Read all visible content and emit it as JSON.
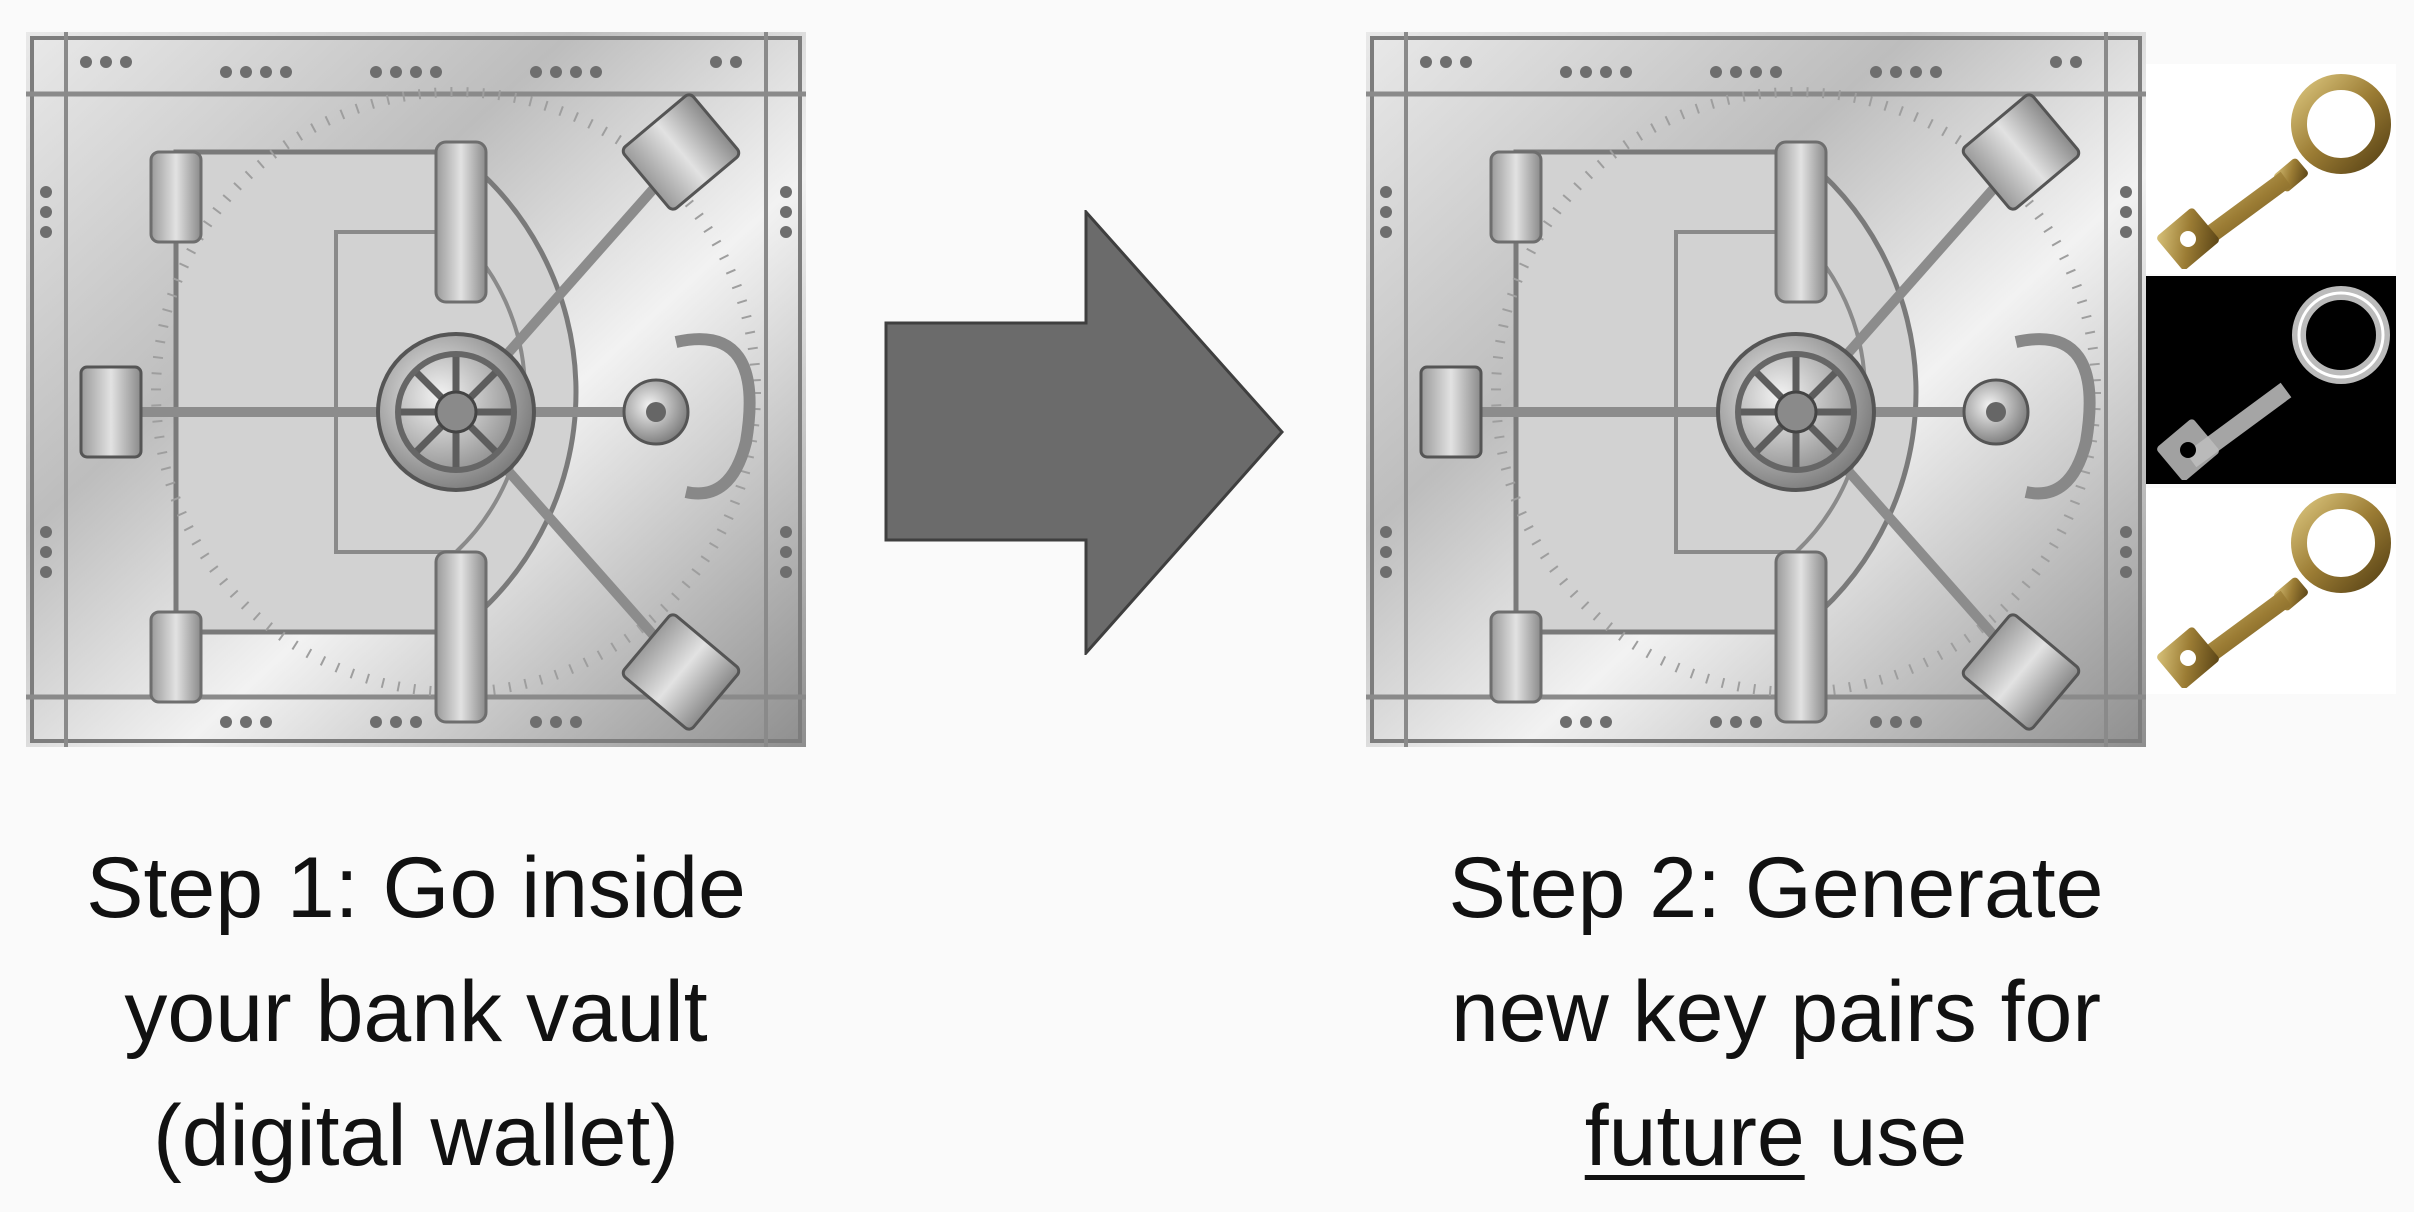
{
  "steps": [
    {
      "caption_lines": [
        "Step 1: Go inside",
        "your bank vault",
        "(digital wallet)"
      ],
      "image": "vault-door"
    },
    {
      "caption_lines": [
        "Step 2: Generate",
        "new key pairs for"
      ],
      "caption_last": {
        "underlined": "future",
        "rest": " use"
      },
      "image": "vault-door-with-keys"
    }
  ],
  "arrow": {
    "color": "#6b6b6b",
    "outline": "#3f3f3f"
  },
  "keys": [
    {
      "name": "brass-key-top",
      "style": "brass"
    },
    {
      "name": "clear-key-middle",
      "style": "glass"
    },
    {
      "name": "brass-key-bottom",
      "style": "brass"
    }
  ]
}
